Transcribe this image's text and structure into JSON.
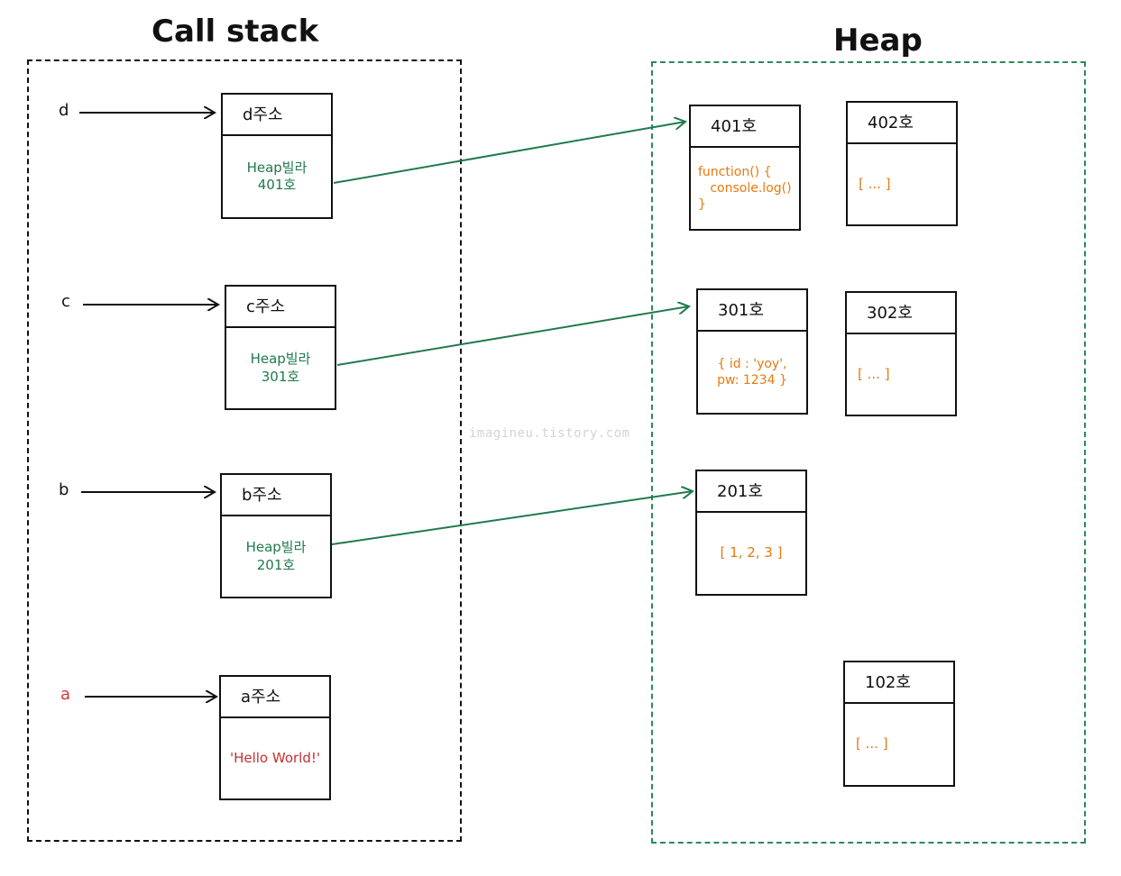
{
  "titles": {
    "call_stack": "Call stack",
    "heap": "Heap"
  },
  "stack": [
    {
      "var": "d",
      "header": "d주소",
      "value": "Heap빌라\n401호"
    },
    {
      "var": "c",
      "header": "c주소",
      "value": "Heap빌라\n301호"
    },
    {
      "var": "b",
      "header": "b주소",
      "value": "Heap빌라\n201호"
    },
    {
      "var": "a",
      "header": "a주소",
      "value": "'Hello World!'"
    }
  ],
  "heap": [
    {
      "header": "401호",
      "value": "function() {\n   console.log()\n}"
    },
    {
      "header": "402호",
      "value": "[ ... ]"
    },
    {
      "header": "301호",
      "value": "{ id : 'yoy',\npw: 1234 }"
    },
    {
      "header": "302호",
      "value": "[ ... ]"
    },
    {
      "header": "201호",
      "value": "[ 1, 2, 3 ]"
    },
    {
      "header": "102호",
      "value": "[ ... ]"
    }
  ],
  "watermark": "imagineu.tistory.com",
  "colors": {
    "stack_border": "#111111",
    "heap_border": "#2a8a5a",
    "pointer": "#1f7a4c",
    "heap_value": "#e67a10",
    "primitive_value": "#c43030"
  }
}
